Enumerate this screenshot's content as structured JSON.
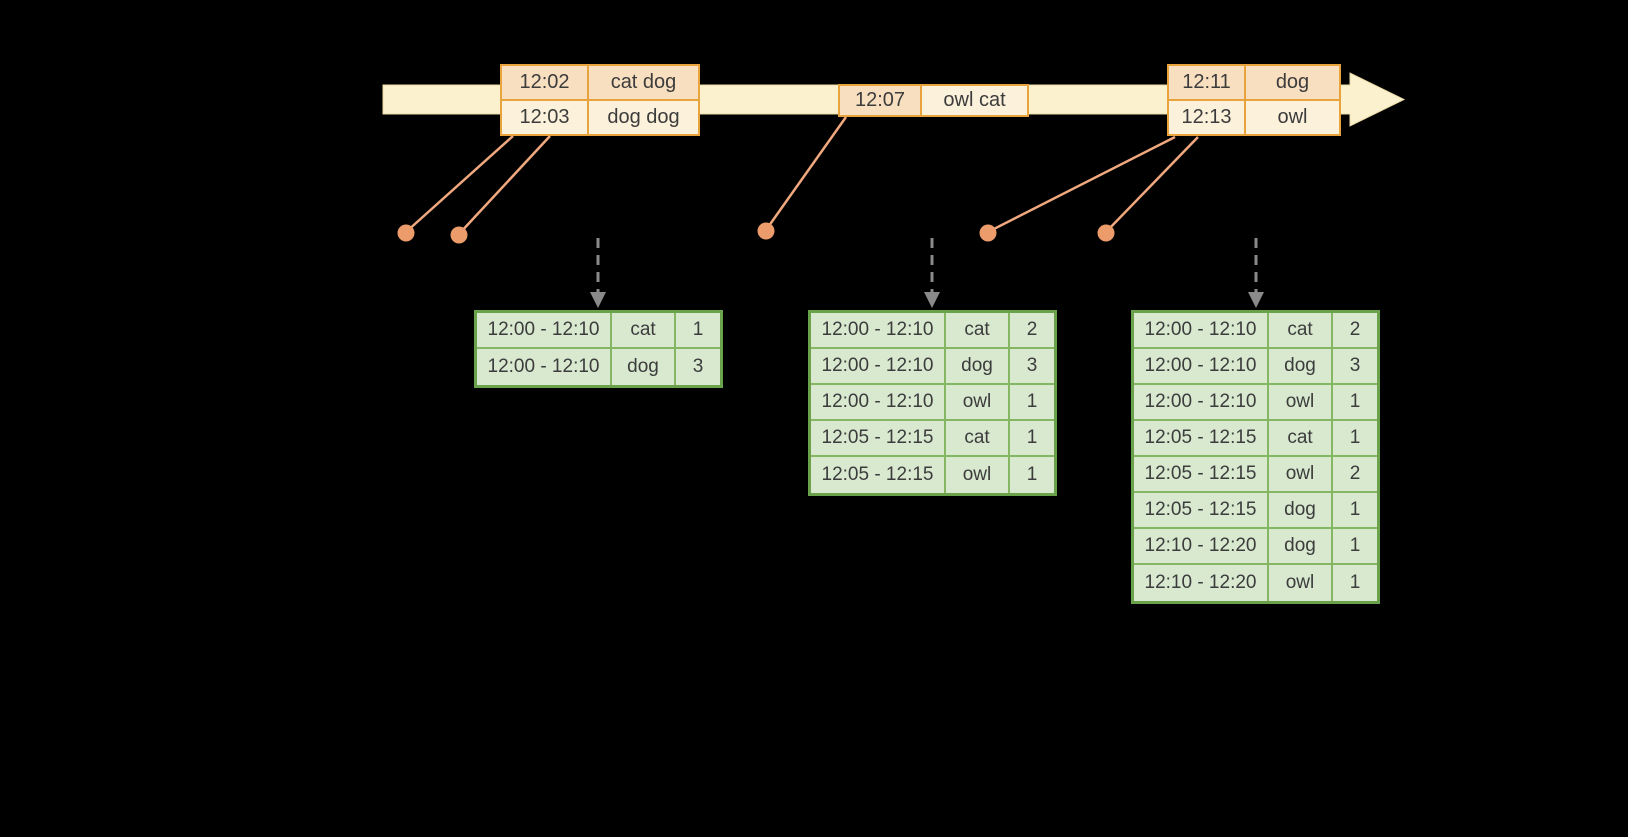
{
  "diagram": {
    "background": "#000000",
    "colors": {
      "timeline_fill": "#FBF1CE",
      "timeline_edge": "#EBDCA4",
      "event_border": "#E8A33D",
      "event_cell_dark": "#F8DFC0",
      "event_cell_light": "#FCF1DB",
      "connector": "#F0A87E",
      "connector_dot": "#EB9C6A",
      "trigger_arrow": "#8A8A8A",
      "table_border": "#69A24B",
      "table_grid": "#85B661",
      "table_fill": "#D8E9D0",
      "text": "#3C3C3C"
    }
  },
  "event_boxes": [
    {
      "name": "event-box-1",
      "rows": [
        [
          "12:02",
          "cat dog"
        ],
        [
          "12:03",
          "dog dog"
        ]
      ]
    },
    {
      "name": "event-box-2",
      "rows": [
        [
          "12:07",
          "owl cat"
        ]
      ]
    },
    {
      "name": "event-box-3",
      "rows": [
        [
          "12:11",
          "dog"
        ],
        [
          "12:13",
          "owl"
        ]
      ]
    }
  ],
  "result_tables": [
    {
      "name": "result-table-1",
      "rows": [
        [
          "12:00 - 12:10",
          "cat",
          "1"
        ],
        [
          "12:00 - 12:10",
          "dog",
          "3"
        ]
      ]
    },
    {
      "name": "result-table-2",
      "rows": [
        [
          "12:00 - 12:10",
          "cat",
          "2"
        ],
        [
          "12:00 - 12:10",
          "dog",
          "3"
        ],
        [
          "12:00 - 12:10",
          "owl",
          "1"
        ],
        [
          "12:05 - 12:15",
          "cat",
          "1"
        ],
        [
          "12:05 - 12:15",
          "owl",
          "1"
        ]
      ]
    },
    {
      "name": "result-table-3",
      "rows": [
        [
          "12:00 - 12:10",
          "cat",
          "2"
        ],
        [
          "12:00 - 12:10",
          "dog",
          "3"
        ],
        [
          "12:00 - 12:10",
          "owl",
          "1"
        ],
        [
          "12:05 - 12:15",
          "cat",
          "1"
        ],
        [
          "12:05 - 12:15",
          "owl",
          "2"
        ],
        [
          "12:05 - 12:15",
          "dog",
          "1"
        ],
        [
          "12:10 - 12:20",
          "dog",
          "1"
        ],
        [
          "12:10 - 12:20",
          "owl",
          "1"
        ]
      ]
    }
  ]
}
